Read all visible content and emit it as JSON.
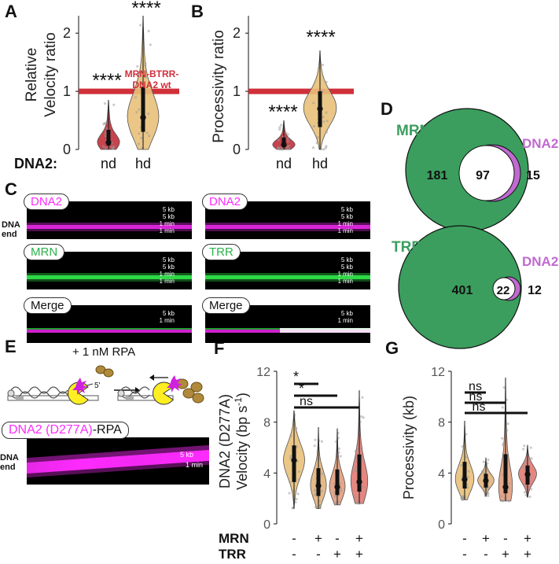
{
  "panels": {
    "A": "A",
    "B": "B",
    "C": "C",
    "D": "D",
    "E": "E",
    "F": "F",
    "G": "G"
  },
  "colors": {
    "nd": "#c0303a",
    "hd": "#e8c07a",
    "mrn": "#3b9e5e",
    "dna2": "#c06ad0",
    "ref_line": "#d0303a",
    "magenta": "#ff2bff",
    "green": "#36ff52"
  },
  "chart_data": [
    {
      "id": "A",
      "type": "violin",
      "ylabel_line1": "Relative",
      "ylabel_line2": "Velocity ratio",
      "categories": [
        "nd",
        "hd"
      ],
      "x_group_label": "DNA2:",
      "yticks": [
        "0",
        "1",
        "2"
      ],
      "ylim": [
        0,
        2.3
      ],
      "reference_line": 1,
      "reference_label_lines": [
        "MRN-BTRR-",
        "DNA2 wt"
      ],
      "significance": [
        "****",
        "****"
      ],
      "medians": [
        0.12,
        0.55
      ],
      "ranges": [
        [
          0.0,
          0.85
        ],
        [
          0.0,
          2.3
        ]
      ]
    },
    {
      "id": "B",
      "type": "violin",
      "ylabel": "Processivity ratio",
      "categories": [
        "nd",
        "hd"
      ],
      "yticks": [
        "0",
        "1",
        "2"
      ],
      "ylim": [
        0,
        2.3
      ],
      "reference_line": 1,
      "significance": [
        "****",
        "****"
      ],
      "medians": [
        0.08,
        0.7
      ],
      "ranges": [
        [
          0.0,
          0.5
        ],
        [
          0.0,
          1.7
        ]
      ]
    },
    {
      "id": "F",
      "type": "violin",
      "ylabel_line1": "DNA2 (D277A)",
      "ylabel_line2": "Velocity (bp s",
      "ylabel_sup": "-1",
      "ylabel_close": ")",
      "yticks": [
        "0",
        "4",
        "8",
        "12"
      ],
      "ylim": [
        0,
        12
      ],
      "conditions": {
        "MRN": [
          "-",
          "+",
          "-",
          "+"
        ],
        "TRR": [
          "-",
          "-",
          "+",
          "+"
        ]
      },
      "row_labels": [
        "MRN",
        "TRR"
      ],
      "medians": [
        5.0,
        3.0,
        2.9,
        3.3
      ],
      "ranges": [
        [
          1.2,
          8.9
        ],
        [
          1.2,
          7.6
        ],
        [
          1.5,
          7.5
        ],
        [
          1.6,
          10.5
        ]
      ],
      "comparisons": [
        {
          "label": "*"
        },
        {
          "label": "*"
        },
        {
          "label": "ns"
        }
      ]
    },
    {
      "id": "G",
      "type": "violin",
      "ylabel": "Processivity (kb)",
      "yticks": [
        "0",
        "4",
        "8",
        "12"
      ],
      "ylim": [
        0,
        12
      ],
      "conditions": {
        "MRN": [
          "-",
          "+",
          "-",
          "+"
        ],
        "TRR": [
          "-",
          "-",
          "+",
          "+"
        ]
      },
      "medians": [
        3.5,
        3.4,
        2.9,
        3.9
      ],
      "ranges": [
        [
          1.9,
          8.1
        ],
        [
          2.2,
          5.2
        ],
        [
          1.8,
          11.5
        ],
        [
          2.1,
          6.2
        ]
      ],
      "comparisons": [
        {
          "label": "ns"
        },
        {
          "label": "ns"
        },
        {
          "label": "ns"
        }
      ]
    }
  ],
  "venn": [
    {
      "id": "D1",
      "big_label": "MRN",
      "small_label": "DNA2",
      "big_only": "181",
      "overlap": "97",
      "small_only": "15"
    },
    {
      "id": "D2",
      "big_label": "TRR",
      "small_label": "DNA2",
      "big_only": "401",
      "overlap": "22",
      "small_only": "12"
    }
  ],
  "kymographs": {
    "dna_end": [
      "DNA",
      "end"
    ],
    "left": [
      {
        "label": "DNA2",
        "label_color": "#ff2bff",
        "scale": [
          "5 kb",
          "5 kb",
          "1 min",
          "1 min"
        ]
      },
      {
        "label": "MRN",
        "label_color": "#2ab24a",
        "scale": [
          "5 kb",
          "5 kb",
          "1 min",
          "1 min"
        ]
      },
      {
        "label": "Merge",
        "label_color": "#111111",
        "scale": [
          "5 kb",
          "1 min"
        ]
      }
    ],
    "right": [
      {
        "label": "DNA2",
        "label_color": "#ff2bff",
        "scale": [
          "5 kb",
          "5 kb",
          "1 min",
          "1 min"
        ]
      },
      {
        "label": "TRR",
        "label_color": "#2ab24a",
        "scale": [
          "5 kb",
          "5 kb",
          "1 min",
          "1 min"
        ]
      },
      {
        "label": "Merge",
        "label_color": "#111111",
        "scale": [
          "5 kb",
          "1 min"
        ]
      }
    ]
  },
  "panel_E": {
    "rpa_label": "+ 1 nM RPA",
    "five_prime": "5'",
    "kymo_label_part1": "DNA2 (D277A)",
    "kymo_label_part2": "-RPA",
    "scale_kb": "5 kb",
    "scale_min": "1 min",
    "dna_end": [
      "DNA",
      "end"
    ]
  }
}
